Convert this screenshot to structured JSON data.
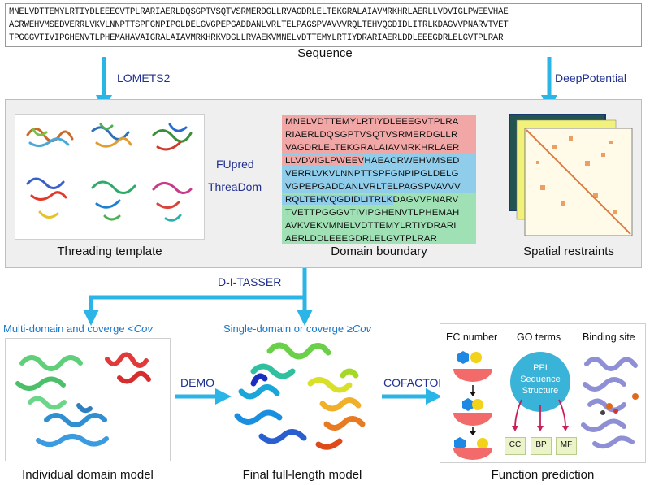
{
  "sequence": {
    "lines": [
      "MNELVDTTEMYLRTIYDLEEEGVTPLRARIAERLDQSGPTVSQTVSRMERDGLLRVAGDRLELTEKGRALAIAVMRKHRLAERLLVDVIGLPWEEVHAE",
      "ACRWEHVMSEDVERRLVKVLNNPTTSPFGNPIPGLDELGVGPEPGADDANLVRLTELPAGSPVAVVVRQLTEHVQGDIDLITRLKDAGVVPNARVTVET",
      "TPGGGVTIVIPGHENVTLPHEMAHAVAIGRALAIAVMRKHRKVDGLLRVAEKVMNELVDTTEMYLRTIYDRARIAERLDDLEEEGDRLELGVTPLRAR"
    ],
    "caption": "Sequence"
  },
  "arrows": {
    "lomets": "LOMETS2",
    "deeppotential": "DeepPotential",
    "fupred": "FUpred",
    "threadom": "ThreaDom",
    "ditasser": "D-I-TASSER",
    "demo": "DEMO",
    "cofactor": "COFACTOR"
  },
  "middle_panel": {
    "threading_caption": "Threading template",
    "domain_caption": "Domain boundary",
    "spatial_caption": "Spatial restraints",
    "domain_lines": [
      {
        "segments": [
          {
            "text": "MNELVDTTEMYLRTIYDLEEEGVTPLRA",
            "color": "red"
          }
        ]
      },
      {
        "segments": [
          {
            "text": "RIAERLDQSGPTVSQTVSRMERDGLLR",
            "color": "red"
          }
        ]
      },
      {
        "segments": [
          {
            "text": "VAGDRLELTEKGRALAIAVMRKHRLAER",
            "color": "red"
          }
        ]
      },
      {
        "segments": [
          {
            "text": "LLVDVIGLPWEEV",
            "color": "red"
          },
          {
            "text": "HAEACRWEHVMSED",
            "color": "blue"
          }
        ]
      },
      {
        "segments": [
          {
            "text": "VERRLVKVLNNPTTSPFGNPIPGLDELG",
            "color": "blue"
          }
        ]
      },
      {
        "segments": [
          {
            "text": "VGPEPGADDANLVRLTELPAGSPVAVVV",
            "color": "blue"
          }
        ]
      },
      {
        "segments": [
          {
            "text": "RQLTEHVQGDIDLITRLK",
            "color": "blue"
          },
          {
            "text": "DAGVVPNARV",
            "color": "green"
          }
        ]
      },
      {
        "segments": [
          {
            "text": "TVETTPGGGVTIVIPGHENVTLPHEMAH",
            "color": "green"
          }
        ]
      },
      {
        "segments": [
          {
            "text": "AVKVEKVMNELVDTTEMYLRTIYDRARI",
            "color": "green"
          }
        ]
      },
      {
        "segments": [
          {
            "text": "AERLDDLEEEGDRLELGVTPLRAR",
            "color": "green"
          }
        ]
      }
    ]
  },
  "branches": {
    "multi_prefix": "Multi-domain and coverge <",
    "multi_italic": "Cov",
    "single_prefix": "Single-domain or coverge ≥",
    "single_italic": "Cov"
  },
  "bottom": {
    "individual_caption": "Individual domain model",
    "final_caption": "Final full-length model",
    "function_caption": "Function prediction"
  },
  "function_panel": {
    "ec_title": "EC number",
    "go_title": "GO terms",
    "binding_title": "Binding site",
    "circle_lines": [
      "PPI",
      "Sequence",
      "Structure"
    ],
    "go_tags": [
      "CC",
      "BP",
      "MF"
    ]
  },
  "colors": {
    "arrow": "#2bb5e6",
    "label_blue": "#1f2f8f",
    "branch_text": "#1976c8",
    "domain_red": "#f2a7a7",
    "domain_blue": "#8fcdea",
    "domain_green": "#9fe0b4",
    "circle": "#3ab3d9"
  }
}
